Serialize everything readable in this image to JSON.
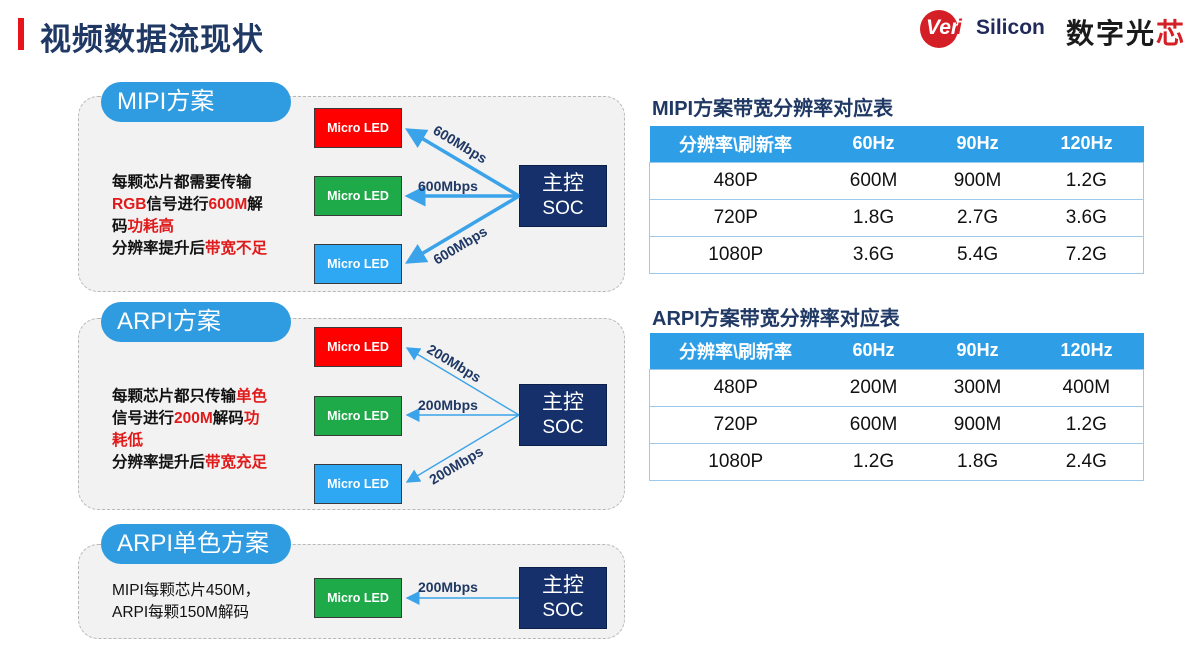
{
  "page_title": "视频数据流现状",
  "logo": {
    "brand": "VeriSilicon",
    "brand_cn": "数字光芯"
  },
  "sections": [
    {
      "label": "MIPI方案",
      "desc": [
        "每颗芯片都需要传输",
        "RGB",
        "信号进行",
        "600M",
        "解",
        "码",
        "功耗高",
        "分辨率提升后",
        "带宽不足"
      ],
      "leds": [
        "Micro LED",
        "Micro LED",
        "Micro LED"
      ],
      "rates": [
        "600Mbps",
        "600Mbps",
        "600Mbps"
      ],
      "soc": [
        "主控",
        "SOC"
      ]
    },
    {
      "label": "ARPI方案",
      "desc": [
        "每颗芯片都只传输",
        "单色",
        "信号进行",
        "200M",
        "解码",
        "功",
        "耗低",
        "分辨率提升后",
        "带宽充足"
      ],
      "leds": [
        "Micro LED",
        "Micro LED",
        "Micro LED"
      ],
      "rates": [
        "200Mbps",
        "200Mbps",
        "200Mbps"
      ],
      "soc": [
        "主控",
        "SOC"
      ]
    },
    {
      "label": "ARPI单色方案",
      "desc": [
        "MIPI每颗芯片450M，",
        "ARPI每颗150M解码"
      ],
      "leds": [
        "Micro LED"
      ],
      "rates": [
        "200Mbps"
      ],
      "soc": [
        "主控",
        "SOC"
      ]
    }
  ],
  "tables": [
    {
      "title": "MIPI方案带宽分辨率对应表",
      "headers": [
        "分辨率\\刷新率",
        "60Hz",
        "90Hz",
        "120Hz"
      ],
      "rows": [
        [
          "480P",
          "600M",
          "900M",
          "1.2G"
        ],
        [
          "720P",
          "1.8G",
          "2.7G",
          "3.6G"
        ],
        [
          "1080P",
          "3.6G",
          "5.4G",
          "7.2G"
        ]
      ]
    },
    {
      "title": "ARPI方案带宽分辨率对应表",
      "headers": [
        "分辨率\\刷新率",
        "60Hz",
        "90Hz",
        "120Hz"
      ],
      "rows": [
        [
          "480P",
          "200M",
          "300M",
          "400M"
        ],
        [
          "720P",
          "600M",
          "900M",
          "1.2G"
        ],
        [
          "1080P",
          "1.2G",
          "1.8G",
          "2.4G"
        ]
      ]
    }
  ],
  "colors": {
    "title": "#1f3864",
    "accent_red": "#e01a1a",
    "header_blue": "#2e9fe6",
    "soc_navy": "#15306b"
  }
}
